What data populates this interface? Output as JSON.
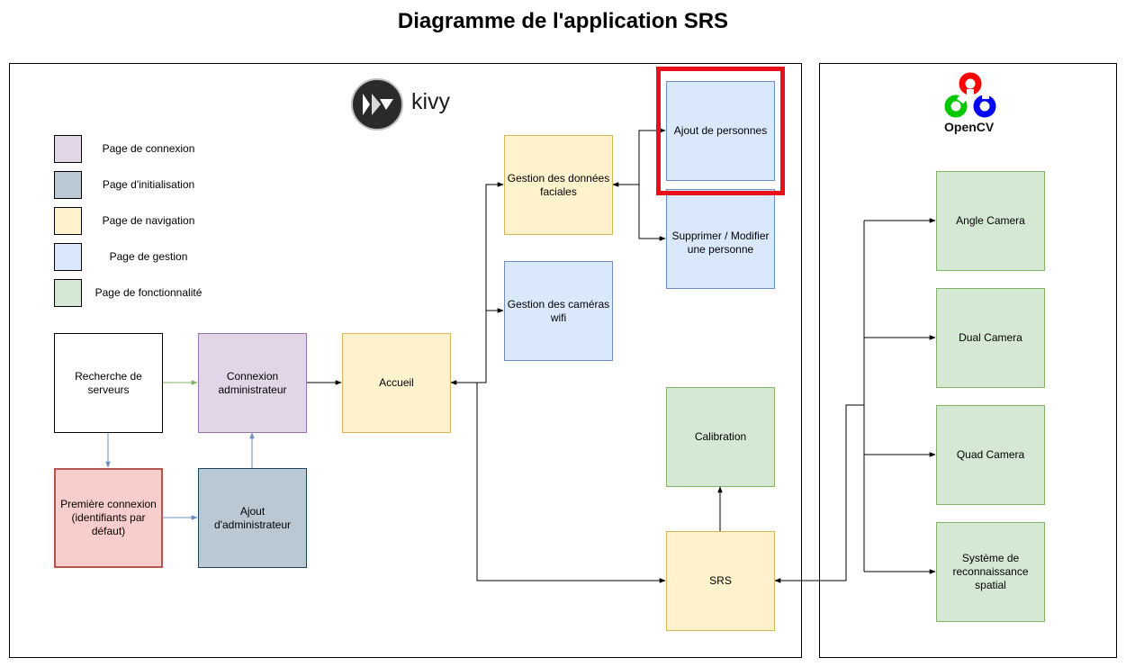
{
  "title": "Diagramme de l'application SRS",
  "brands": {
    "kivy": "kivy",
    "opencv": "OpenCV"
  },
  "legend": [
    {
      "label": "Page de connexion",
      "color": "#e1d5e7"
    },
    {
      "label": "Page d'initialisation",
      "color": "#bac8d3"
    },
    {
      "label": "Page de navigation",
      "color": "#fff2cc"
    },
    {
      "label": "Page de gestion",
      "color": "#dae8fc"
    },
    {
      "label": "Page de fonctionnalité",
      "color": "#d5e8d4"
    }
  ],
  "nodes": {
    "recherche": "Recherche de serveurs",
    "premiere": "Première connexion (identifiants par défaut)",
    "connexion": "Connexion administrateur",
    "ajout_admin": "Ajout d'administrateur",
    "accueil": "Accueil",
    "donnees": "Gestion des données faciales",
    "cameras": "Gestion des caméras wifi",
    "ajout_personnes": "Ajout de personnes",
    "supprimer": "Supprimer / Modifier une personne",
    "calibration": "Calibration",
    "srs": "SRS",
    "angle": "Angle Camera",
    "dual": "Dual Camera",
    "quad": "Quad Camera",
    "systeme": "Système de reconnaissance spatial"
  },
  "colors": {
    "highlight": "#e8101a",
    "edge": "#000000",
    "edge_blue": "#6c8ebf",
    "edge_green": "#82b366"
  }
}
